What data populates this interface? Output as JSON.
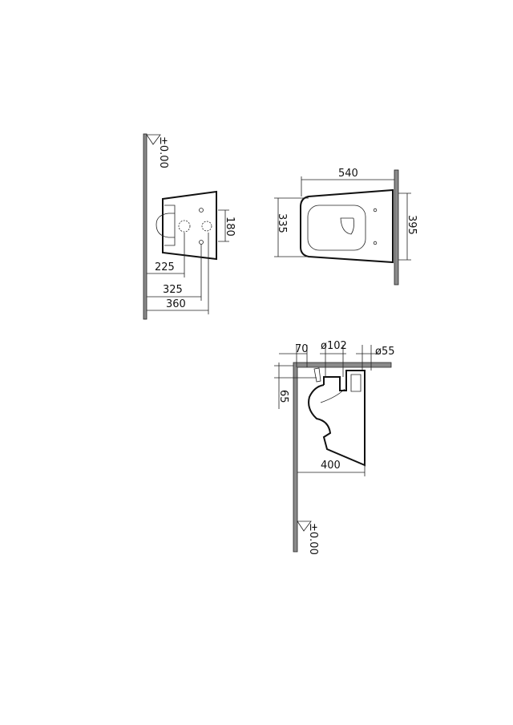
{
  "front_view": {
    "level_label": "±0.00",
    "dims": {
      "height_180": "180",
      "d225": "225",
      "d325": "325",
      "d360": "360"
    }
  },
  "top_view": {
    "dims": {
      "length": "540",
      "width_bowl": "335",
      "width_wall": "395"
    }
  },
  "side_view": {
    "dims": {
      "d70": "70",
      "d102": "ø102",
      "d55": "ø55",
      "d65": "65",
      "d400": "400"
    },
    "level_label": "±0.00"
  }
}
